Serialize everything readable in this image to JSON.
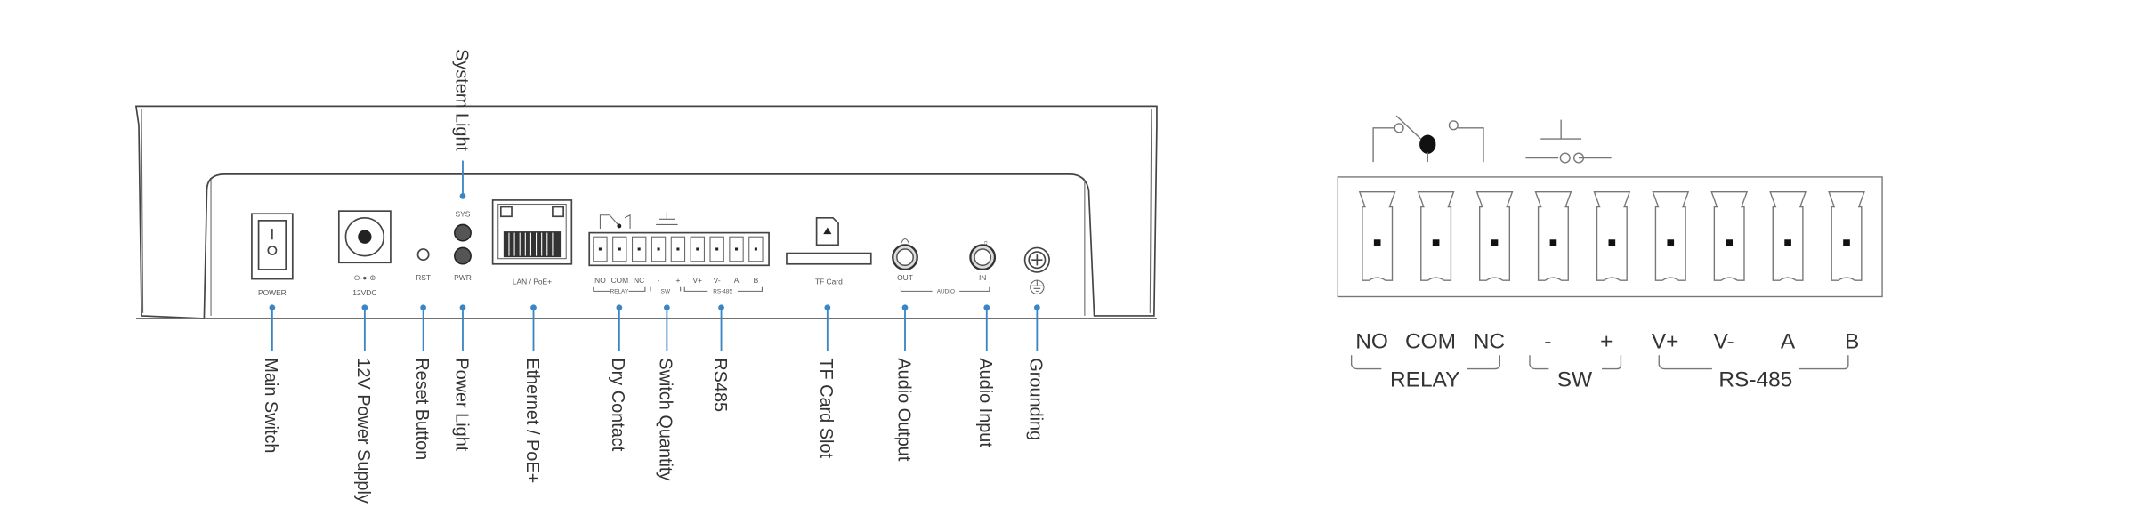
{
  "callouts": {
    "system_light": "System Light",
    "main_switch": "Main Switch",
    "power_supply": "12V Power Supply",
    "reset_button": "Reset Button",
    "power_light": "Power Light",
    "ethernet": "Ethernet / PoE+",
    "dry_contact": "Dry Contact",
    "switch_quantity": "Switch Quantity",
    "rs485": "RS485",
    "tf_card_slot": "TF Card Slot",
    "audio_output": "Audio Output",
    "audio_input": "Audio Input",
    "grounding": "Grounding"
  },
  "panel": {
    "power": "POWER",
    "polarity": "⊖-●-⊕",
    "dc": "12VDC",
    "rst": "RST",
    "sys": "SYS",
    "pwr": "PWR",
    "lan": "LAN / PoE+",
    "pins": [
      "NO",
      "COM",
      "NC",
      "-",
      "+",
      "V+",
      "V-",
      "A",
      "B"
    ],
    "relay": "RELAY",
    "sw": "SW",
    "rs485": "RS-485",
    "tf": "TF Card",
    "out": "OUT",
    "in": "IN",
    "audio": "AUDIO"
  },
  "terminal": {
    "pins": [
      "NO",
      "COM",
      "NC",
      "-",
      "+",
      "V+",
      "V-",
      "A",
      "B"
    ],
    "relay": "RELAY",
    "sw": "SW",
    "rs485": "RS-485"
  },
  "colors": {
    "callout": "#3a86c4"
  }
}
